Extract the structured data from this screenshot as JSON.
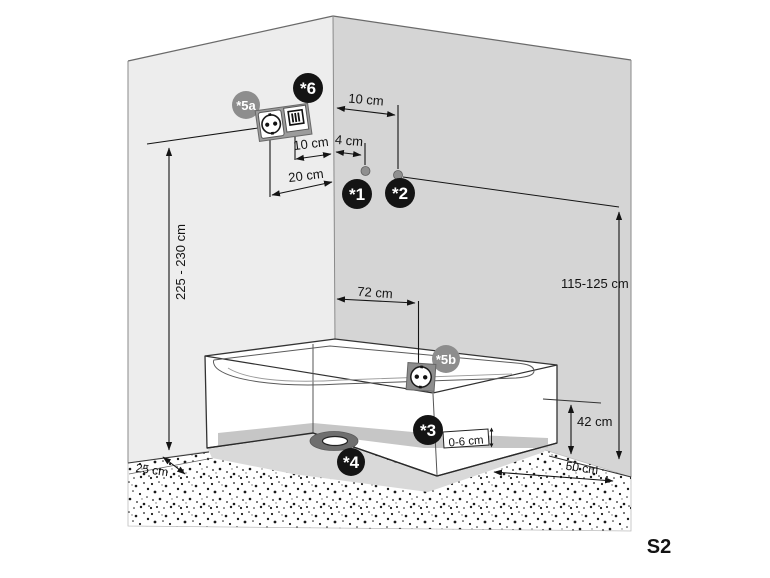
{
  "figure": {
    "description": "Corner installation diagram for bathtub/shower with electrical connection points",
    "code_label": "S2",
    "code_color": "#b02c3c"
  },
  "badges": {
    "b1": "*1",
    "b2": "*2",
    "b3": "*3",
    "b4": "*4",
    "b5a": "*5a",
    "b5b": "*5b",
    "b6": "*6"
  },
  "dimensions": {
    "socket_to_corner": "20 cm",
    "module_to_corner": "10 cm",
    "corner_to_point1": "4 cm",
    "corner_to_point2": "10 cm",
    "outlet_height": "225 - 230 cm",
    "wall_height_right": "115-125 cm",
    "tub_connection_offset": "72 cm",
    "tray_height": "42 cm",
    "plinth_range": "0-6 cm",
    "floor_gap_left": "25 cm",
    "floor_gap_right": "50 cm"
  },
  "icons": {
    "wall_outlet": "schuko-socket-icon",
    "wall_module": "connection-terminal-icon",
    "tub_outlet": "schuko-socket-icon",
    "drain": "floor-drain-icon"
  },
  "colors": {
    "left_wall": "#ededed",
    "right_wall": "#d5d5d5",
    "plinth_band": "#c6c6c6",
    "floor_shadow": "#d9d9d9",
    "badge_black": "#141414",
    "badge_gray": "#8d8d8d"
  }
}
